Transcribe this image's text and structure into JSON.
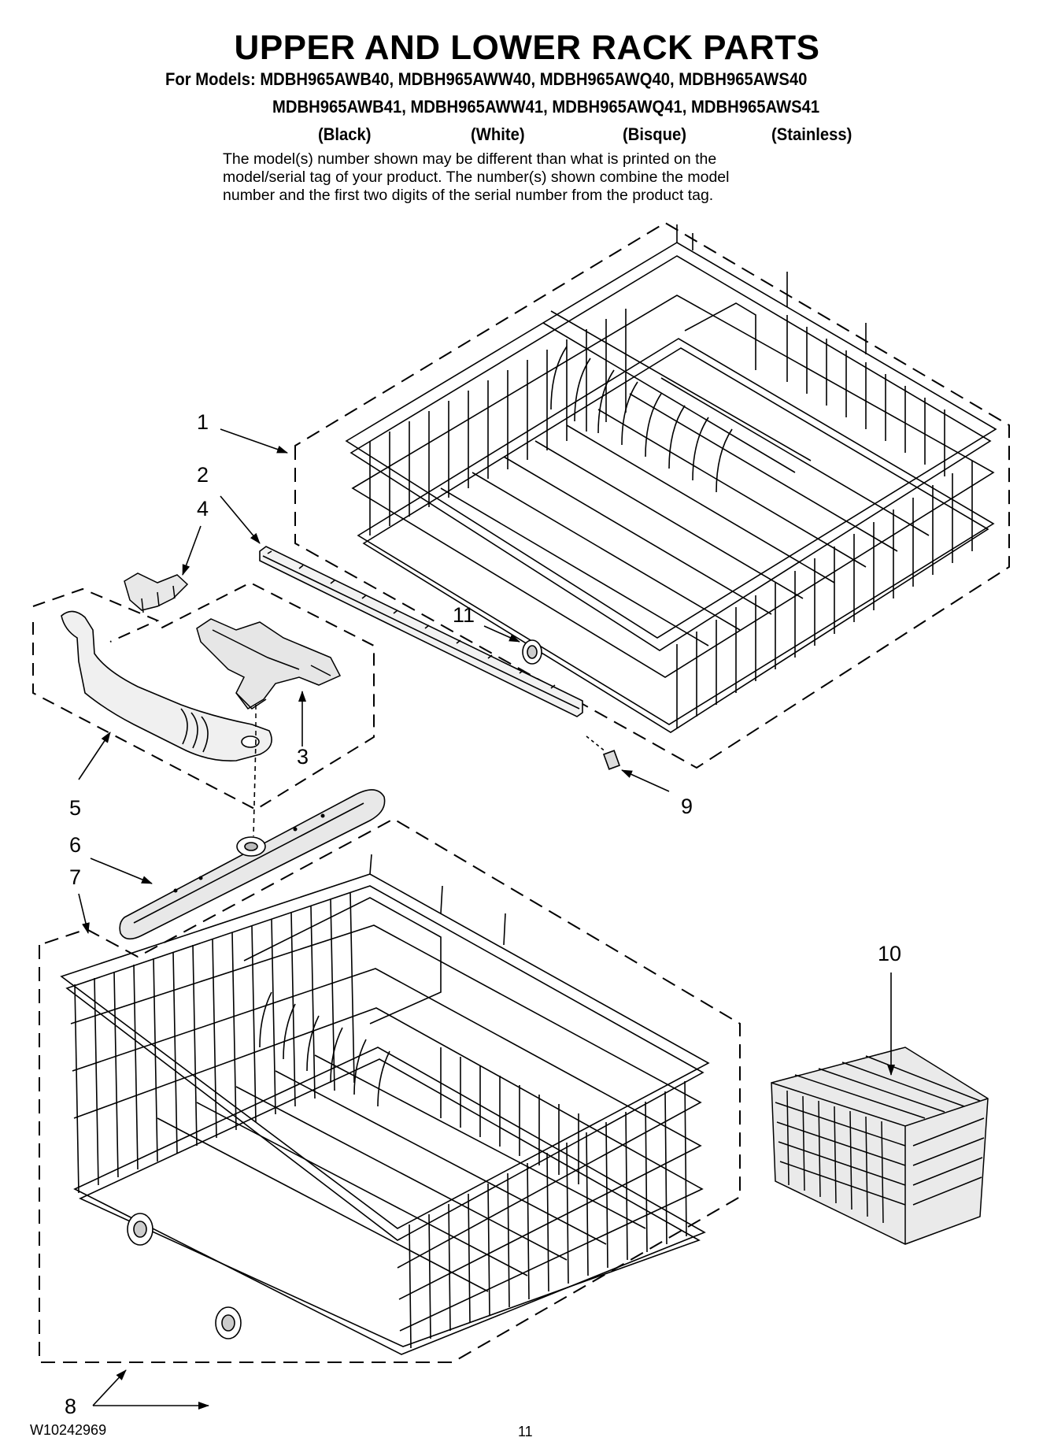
{
  "title": "UPPER AND LOWER RACK PARTS",
  "models": {
    "line1": "For Models: MDBH965AWB40, MDBH965AWW40, MDBH965AWQ40, MDBH965AWS40",
    "line2": "MDBH965AWB41, MDBH965AWW41, MDBH965AWQ41, MDBH965AWS41",
    "finishes": [
      "(Black)",
      "(White)",
      "(Bisque)",
      "(Stainless)"
    ]
  },
  "note": [
    "The model(s) number shown may be different than what is printed on the",
    "model/serial tag of your product. The number(s) shown combine the model",
    "number and the first two digits of the serial number from the product tag."
  ],
  "callouts": {
    "upper_rack": "1",
    "track": "2",
    "manifold": "3",
    "rack_clip": "4",
    "feed_tube": "5",
    "spray_arm": "6",
    "lower_rack": "7",
    "lower_wheels": "8",
    "track_stop": "9",
    "silverware_basket": "10",
    "upper_wheel": "11"
  },
  "footer": {
    "doc_number": "W10242969",
    "page_number": "11"
  }
}
